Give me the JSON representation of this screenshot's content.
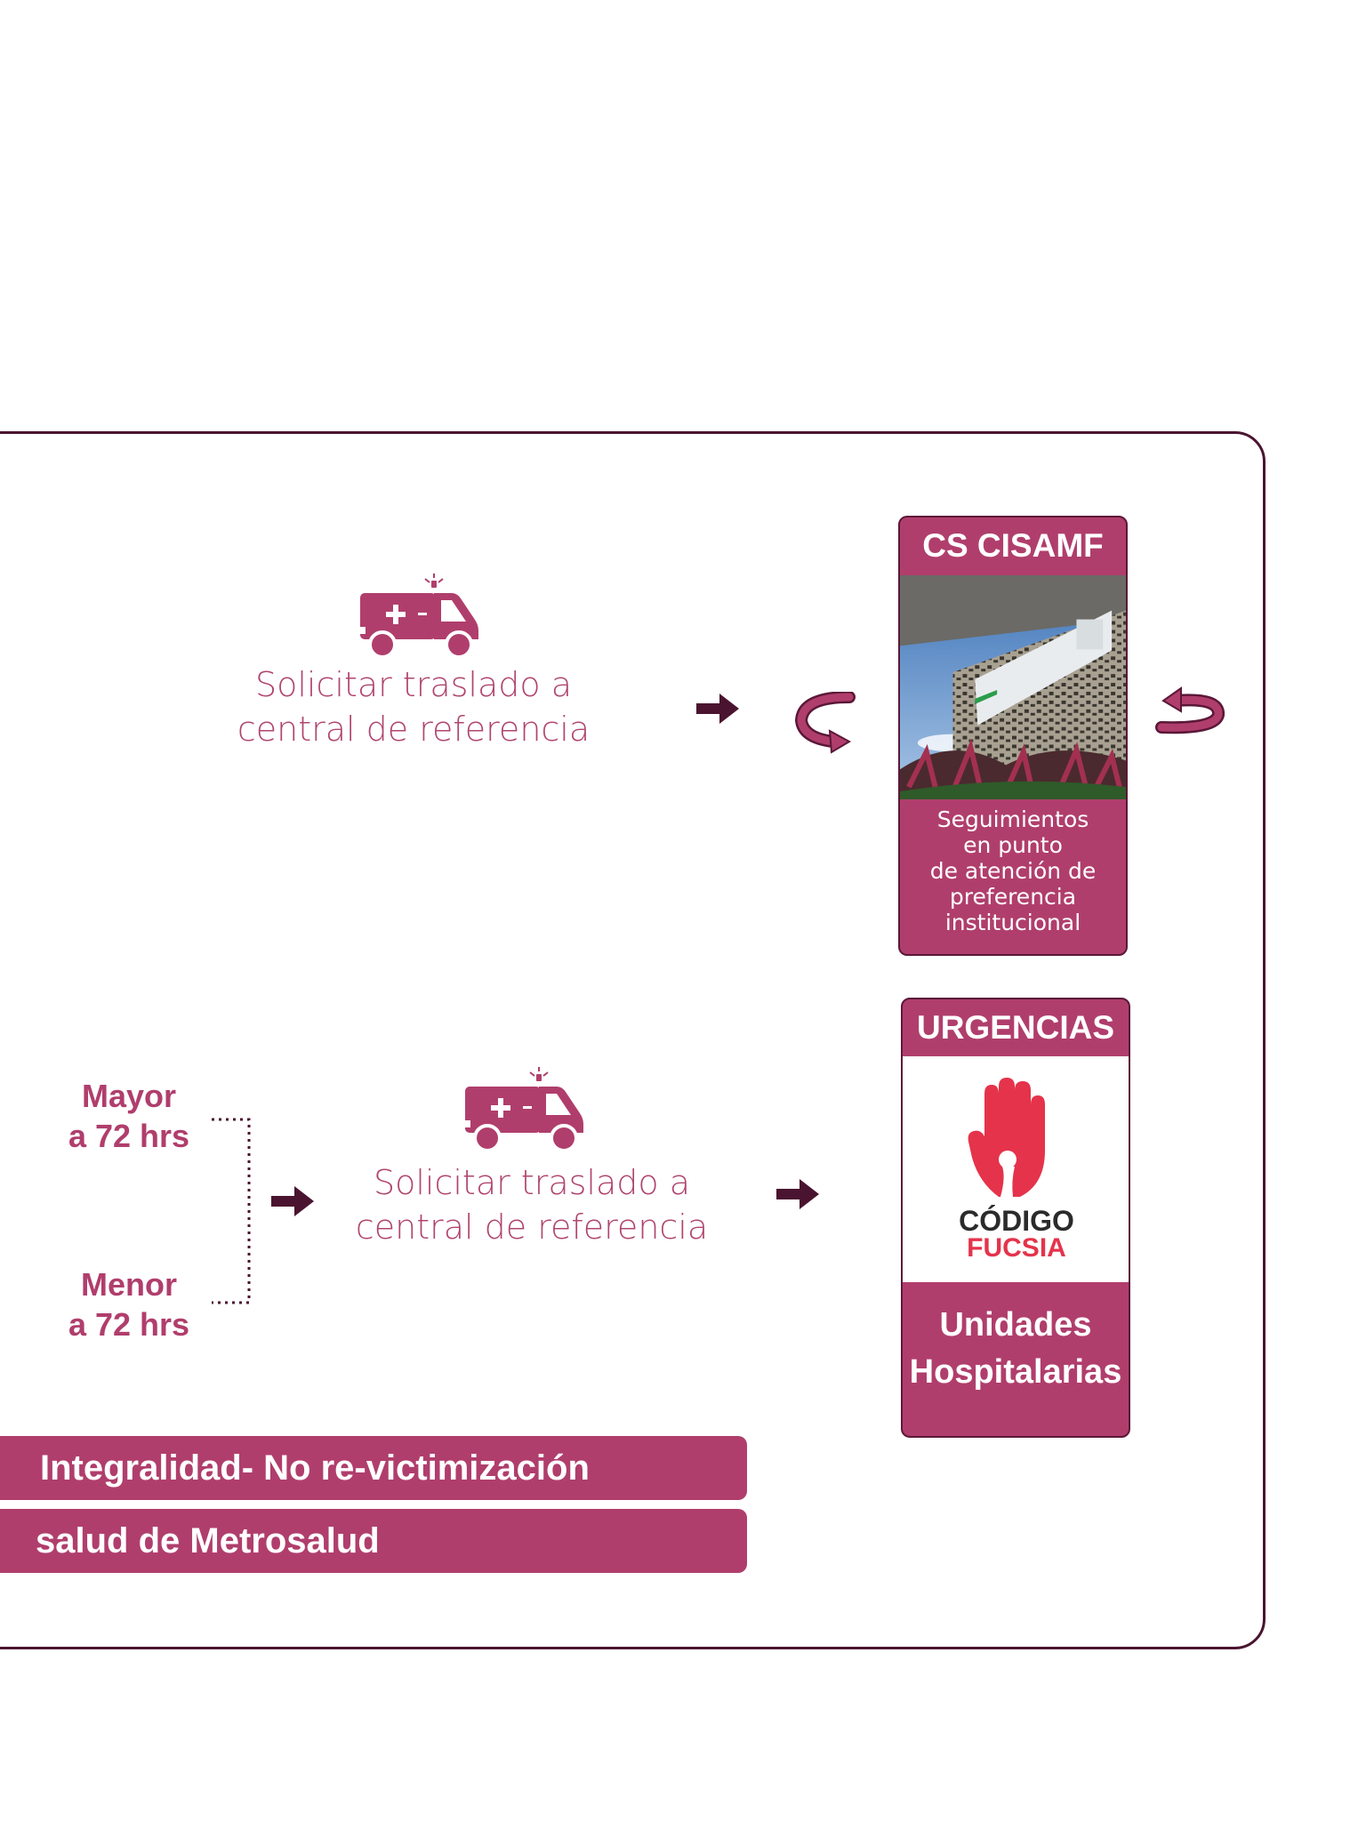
{
  "flow_top": {
    "step_line1": "Solicitar traslado a",
    "step_line2": "central de referencia"
  },
  "card_cisamf": {
    "title": "CS CISAMF",
    "caption_lines": [
      "Seguimientos",
      "en punto",
      "de atención de",
      "preferencia",
      "institucional"
    ]
  },
  "flow_bottom": {
    "time_over_1": "Mayor",
    "time_over_2": "a 72 hrs",
    "time_under_1": "Menor",
    "time_under_2": "a 72 hrs",
    "step_line1": "Solicitar traslado a",
    "step_line2": "central de referencia"
  },
  "card_urgencias": {
    "title": "URGENCIAS",
    "logo_text_1": "CÓDIGO",
    "logo_text_2": "FUCSIA",
    "caption_line1": "Unidades",
    "caption_line2": "Hospitalarias"
  },
  "banners": {
    "first": "Integralidad- No re-victimización",
    "second": "salud de Metrosalud"
  },
  "colors": {
    "accent": "#b03e6c",
    "dark": "#4a1430",
    "logo_red": "#e5334b"
  },
  "icons": {
    "ambulance": "ambulance-icon",
    "arrow": "arrow-right-icon",
    "cycle": "cycle-arrow-icon",
    "hand": "hand-icon"
  }
}
